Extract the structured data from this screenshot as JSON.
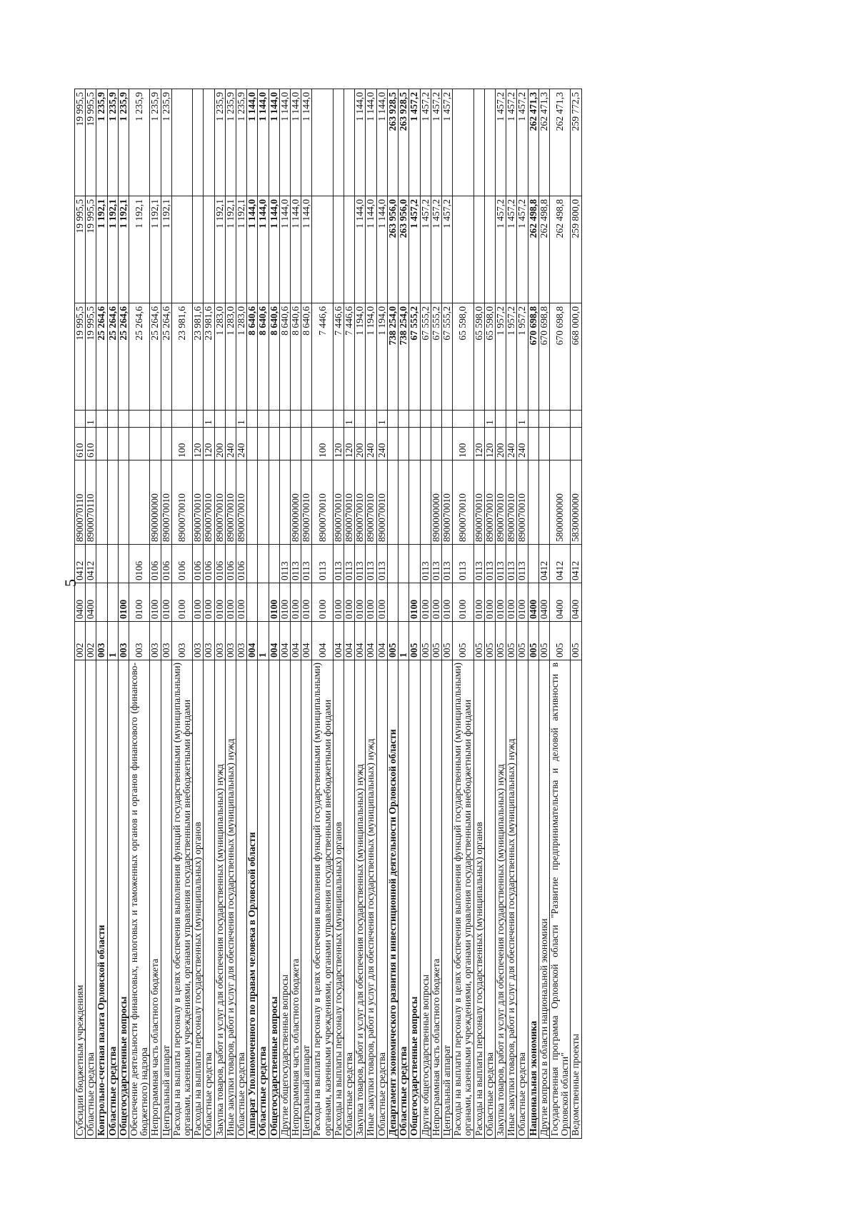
{
  "page_number": "5",
  "columns": [
    "name",
    "ministry",
    "section",
    "subsection",
    "target_article",
    "expense_type",
    "flag",
    "sum1",
    "sum2",
    "sum3"
  ],
  "rows": [
    {
      "name": "Субсидии бюджетным учреждениям",
      "ministry": "002",
      "section": "0400",
      "subsection": "0412",
      "target_article": "8900070110",
      "expense_type": "610",
      "flag": "",
      "sum1": "19 995,5",
      "sum2": "19 995,5",
      "sum3": "19 995,5",
      "bold": false
    },
    {
      "name": "Областные средства",
      "ministry": "002",
      "section": "0400",
      "subsection": "0412",
      "target_article": "8900070110",
      "expense_type": "610",
      "flag": "1",
      "sum1": "19 995,5",
      "sum2": "19 995,5",
      "sum3": "19 995,5",
      "bold": false
    },
    {
      "name": "Контрольно-счетная палата Орловской области",
      "ministry": "003",
      "section": "",
      "subsection": "",
      "target_article": "",
      "expense_type": "",
      "flag": "",
      "sum1": "25 264,6",
      "sum2": "1 192,1",
      "sum3": "1 235,9",
      "bold": true
    },
    {
      "name": "Областные средства",
      "ministry": "1",
      "section": "",
      "subsection": "",
      "target_article": "",
      "expense_type": "",
      "flag": "",
      "sum1": "25 264,6",
      "sum2": "1 192,1",
      "sum3": "1 235,9",
      "bold": true
    },
    {
      "name": "Общегосударственные вопросы",
      "ministry": "003",
      "section": "0100",
      "subsection": "",
      "target_article": "",
      "expense_type": "",
      "flag": "",
      "sum1": "25 264,6",
      "sum2": "1 192,1",
      "sum3": "1 235,9",
      "bold": true
    },
    {
      "name": "Обеспечение деятельности финансовых, налоговых и таможенных органов и органов финансового (финансово-бюджетного) надзора",
      "ministry": "003",
      "section": "0100",
      "subsection": "0106",
      "target_article": "",
      "expense_type": "",
      "flag": "",
      "sum1": "25 264,6",
      "sum2": "1 192,1",
      "sum3": "1 235,9",
      "bold": false
    },
    {
      "name": "Непрограммная часть областного бюджета",
      "ministry": "003",
      "section": "0100",
      "subsection": "0106",
      "target_article": "8900000000",
      "expense_type": "",
      "flag": "",
      "sum1": "25 264,6",
      "sum2": "1 192,1",
      "sum3": "1 235,9",
      "bold": false
    },
    {
      "name": "Центральный аппарат",
      "ministry": "003",
      "section": "0100",
      "subsection": "0106",
      "target_article": "8900070010",
      "expense_type": "",
      "flag": "",
      "sum1": "25 264,6",
      "sum2": "1 192,1",
      "sum3": "1 235,9",
      "bold": false
    },
    {
      "name": "Расходы на выплаты персоналу в целях обеспечения выполнения функций государственными (муниципальными) органами, казенными учреждениями, органами управления государственными внебюджетными фондами",
      "ministry": "003",
      "section": "0100",
      "subsection": "0106",
      "target_article": "8900070010",
      "expense_type": "100",
      "flag": "",
      "sum1": "23 981,6",
      "sum2": "",
      "sum3": "",
      "bold": false
    },
    {
      "name": "Расходы на выплаты персоналу государственных (муниципальных) органов",
      "ministry": "003",
      "section": "0100",
      "subsection": "0106",
      "target_article": "8900070010",
      "expense_type": "120",
      "flag": "",
      "sum1": "23 981,6",
      "sum2": "",
      "sum3": "",
      "bold": false
    },
    {
      "name": "Областные средства",
      "ministry": "003",
      "section": "0100",
      "subsection": "0106",
      "target_article": "8900070010",
      "expense_type": "120",
      "flag": "1",
      "sum1": "23 981,6",
      "sum2": "",
      "sum3": "",
      "bold": false
    },
    {
      "name": "Закупка товаров, работ и услуг для обеспечения государственных (муниципальных) нужд",
      "ministry": "003",
      "section": "0100",
      "subsection": "0106",
      "target_article": "8900070010",
      "expense_type": "200",
      "flag": "",
      "sum1": "1 283,0",
      "sum2": "1 192,1",
      "sum3": "1 235,9",
      "bold": false
    },
    {
      "name": "Иные закупки товаров, работ и услуг для обеспечения государственных (муниципальных) нужд",
      "ministry": "003",
      "section": "0100",
      "subsection": "0106",
      "target_article": "8900070010",
      "expense_type": "240",
      "flag": "",
      "sum1": "1 283,0",
      "sum2": "1 192,1",
      "sum3": "1 235,9",
      "bold": false
    },
    {
      "name": "Областные средства",
      "ministry": "003",
      "section": "0100",
      "subsection": "0106",
      "target_article": "8900070010",
      "expense_type": "240",
      "flag": "1",
      "sum1": "1 283,0",
      "sum2": "1 192,1",
      "sum3": "1 235,9",
      "bold": false
    },
    {
      "name": "Аппарат Уполномоченного по правам человека в Орловской области",
      "ministry": "004",
      "section": "",
      "subsection": "",
      "target_article": "",
      "expense_type": "",
      "flag": "",
      "sum1": "8 640,6",
      "sum2": "1 144,0",
      "sum3": "1 144,0",
      "bold": true
    },
    {
      "name": "Областные средства",
      "ministry": "1",
      "section": "",
      "subsection": "",
      "target_article": "",
      "expense_type": "",
      "flag": "",
      "sum1": "8 640,6",
      "sum2": "1 144,0",
      "sum3": "1 144,0",
      "bold": true
    },
    {
      "name": "Общегосударственные вопросы",
      "ministry": "004",
      "section": "0100",
      "subsection": "",
      "target_article": "",
      "expense_type": "",
      "flag": "",
      "sum1": "8 640,6",
      "sum2": "1 144,0",
      "sum3": "1 144,0",
      "bold": true
    },
    {
      "name": "Другие общегосударственные вопросы",
      "ministry": "004",
      "section": "0100",
      "subsection": "0113",
      "target_article": "",
      "expense_type": "",
      "flag": "",
      "sum1": "8 640,6",
      "sum2": "1 144,0",
      "sum3": "1 144,0",
      "bold": false
    },
    {
      "name": "Непрограммная часть областного бюджета",
      "ministry": "004",
      "section": "0100",
      "subsection": "0113",
      "target_article": "8900000000",
      "expense_type": "",
      "flag": "",
      "sum1": "8 640,6",
      "sum2": "1 144,0",
      "sum3": "1 144,0",
      "bold": false
    },
    {
      "name": "Центральный аппарат",
      "ministry": "004",
      "section": "0100",
      "subsection": "0113",
      "target_article": "8900070010",
      "expense_type": "",
      "flag": "",
      "sum1": "8 640,6",
      "sum2": "1 144,0",
      "sum3": "1 144,0",
      "bold": false
    },
    {
      "name": "Расходы на выплаты персоналу в целях обеспечения выполнения функций государственными (муниципальными) органами, казенными учреждениями, органами управления государственными внебюджетными фондами",
      "ministry": "004",
      "section": "0100",
      "subsection": "0113",
      "target_article": "8900070010",
      "expense_type": "100",
      "flag": "",
      "sum1": "7 446,6",
      "sum2": "",
      "sum3": "",
      "bold": false
    },
    {
      "name": "Расходы на выплаты персоналу государственных (муниципальных) органов",
      "ministry": "004",
      "section": "0100",
      "subsection": "0113",
      "target_article": "8900070010",
      "expense_type": "120",
      "flag": "",
      "sum1": "7 446,6",
      "sum2": "",
      "sum3": "",
      "bold": false
    },
    {
      "name": "Областные средства",
      "ministry": "004",
      "section": "0100",
      "subsection": "0113",
      "target_article": "8900070010",
      "expense_type": "120",
      "flag": "1",
      "sum1": "7 446,6",
      "sum2": "",
      "sum3": "",
      "bold": false
    },
    {
      "name": "Закупка товаров, работ и услуг для обеспечения государственных (муниципальных) нужд",
      "ministry": "004",
      "section": "0100",
      "subsection": "0113",
      "target_article": "8900070010",
      "expense_type": "200",
      "flag": "",
      "sum1": "1 194,0",
      "sum2": "1 144,0",
      "sum3": "1 144,0",
      "bold": false
    },
    {
      "name": "Иные закупки товаров, работ и услуг для обеспечения государственных (муниципальных) нужд",
      "ministry": "004",
      "section": "0100",
      "subsection": "0113",
      "target_article": "8900070010",
      "expense_type": "240",
      "flag": "",
      "sum1": "1 194,0",
      "sum2": "1 144,0",
      "sum3": "1 144,0",
      "bold": false
    },
    {
      "name": "Областные средства",
      "ministry": "004",
      "section": "0100",
      "subsection": "0113",
      "target_article": "8900070010",
      "expense_type": "240",
      "flag": "1",
      "sum1": "1 194,0",
      "sum2": "1 144,0",
      "sum3": "1 144,0",
      "bold": false
    },
    {
      "name": "Департамент экономического развития и инвестиционной деятельности Орловской области",
      "ministry": "005",
      "section": "",
      "subsection": "",
      "target_article": "",
      "expense_type": "",
      "flag": "",
      "sum1": "738 254,0",
      "sum2": "263 956,0",
      "sum3": "263 928,5",
      "bold": true
    },
    {
      "name": "Областные средства",
      "ministry": "1",
      "section": "",
      "subsection": "",
      "target_article": "",
      "expense_type": "",
      "flag": "",
      "sum1": "738 254,0",
      "sum2": "263 956,0",
      "sum3": "263 928,5",
      "bold": true
    },
    {
      "name": "Общегосударственные вопросы",
      "ministry": "005",
      "section": "0100",
      "subsection": "",
      "target_article": "",
      "expense_type": "",
      "flag": "",
      "sum1": "67 555,2",
      "sum2": "1 457,2",
      "sum3": "1 457,2",
      "bold": true
    },
    {
      "name": "Другие общегосударственные вопросы",
      "ministry": "005",
      "section": "0100",
      "subsection": "0113",
      "target_article": "",
      "expense_type": "",
      "flag": "",
      "sum1": "67 555,2",
      "sum2": "1 457,2",
      "sum3": "1 457,2",
      "bold": false
    },
    {
      "name": "Непрограммная часть областного бюджета",
      "ministry": "005",
      "section": "0100",
      "subsection": "0113",
      "target_article": "8900000000",
      "expense_type": "",
      "flag": "",
      "sum1": "67 555,2",
      "sum2": "1 457,2",
      "sum3": "1 457,2",
      "bold": false
    },
    {
      "name": "Центральный аппарат",
      "ministry": "005",
      "section": "0100",
      "subsection": "0113",
      "target_article": "8900070010",
      "expense_type": "",
      "flag": "",
      "sum1": "67 555,2",
      "sum2": "1 457,2",
      "sum3": "1 457,2",
      "bold": false
    },
    {
      "name": "Расходы на выплаты персоналу в целях обеспечения выполнения функций государственными (муниципальными) органами, казенными учреждениями, органами управления государственными внебюджетными фондами",
      "ministry": "005",
      "section": "0100",
      "subsection": "0113",
      "target_article": "8900070010",
      "expense_type": "100",
      "flag": "",
      "sum1": "65 598,0",
      "sum2": "",
      "sum3": "",
      "bold": false
    },
    {
      "name": "Расходы на выплаты персоналу государственных (муниципальных) органов",
      "ministry": "005",
      "section": "0100",
      "subsection": "0113",
      "target_article": "8900070010",
      "expense_type": "120",
      "flag": "",
      "sum1": "65 598,0",
      "sum2": "",
      "sum3": "",
      "bold": false
    },
    {
      "name": "Областные средства",
      "ministry": "005",
      "section": "0100",
      "subsection": "0113",
      "target_article": "8900070010",
      "expense_type": "120",
      "flag": "1",
      "sum1": "65 598,0",
      "sum2": "",
      "sum3": "",
      "bold": false
    },
    {
      "name": "Закупка товаров, работ и услуг для обеспечения государственных (муниципальных) нужд",
      "ministry": "005",
      "section": "0100",
      "subsection": "0113",
      "target_article": "8900070010",
      "expense_type": "200",
      "flag": "",
      "sum1": "1 957,2",
      "sum2": "1 457,2",
      "sum3": "1 457,2",
      "bold": false
    },
    {
      "name": "Иные закупки товаров, работ и услуг для обеспечения государственных (муниципальных) нужд",
      "ministry": "005",
      "section": "0100",
      "subsection": "0113",
      "target_article": "8900070010",
      "expense_type": "240",
      "flag": "",
      "sum1": "1 957,2",
      "sum2": "1 457,2",
      "sum3": "1 457,2",
      "bold": false
    },
    {
      "name": "Областные средства",
      "ministry": "005",
      "section": "0100",
      "subsection": "0113",
      "target_article": "8900070010",
      "expense_type": "240",
      "flag": "1",
      "sum1": "1 957,2",
      "sum2": "1 457,2",
      "sum3": "1 457,2",
      "bold": false
    },
    {
      "name": "Национальная экономика",
      "ministry": "005",
      "section": "0400",
      "subsection": "",
      "target_article": "",
      "expense_type": "",
      "flag": "",
      "sum1": "670 698,8",
      "sum2": "262 498,8",
      "sum3": "262 471,3",
      "bold": true
    },
    {
      "name": "Другие вопросы в области национальной экономики",
      "ministry": "005",
      "section": "0400",
      "subsection": "0412",
      "target_article": "",
      "expense_type": "",
      "flag": "",
      "sum1": "670 698,8",
      "sum2": "262 498,8",
      "sum3": "262 471,3",
      "bold": false
    },
    {
      "name": "Государственная программа Орловской области \"Развитие предпринимательства и деловой активности в Орловской области\"",
      "ministry": "005",
      "section": "0400",
      "subsection": "0412",
      "target_article": "5800000000",
      "expense_type": "",
      "flag": "",
      "sum1": "670 698,8",
      "sum2": "262 498,8",
      "sum3": "262 471,3",
      "bold": false
    },
    {
      "name": "Ведомственные проекты",
      "ministry": "005",
      "section": "0400",
      "subsection": "0412",
      "target_article": "5830000000",
      "expense_type": "",
      "flag": "",
      "sum1": "668 000,0",
      "sum2": "259 800,0",
      "sum3": "259 772,5",
      "bold": false
    }
  ]
}
